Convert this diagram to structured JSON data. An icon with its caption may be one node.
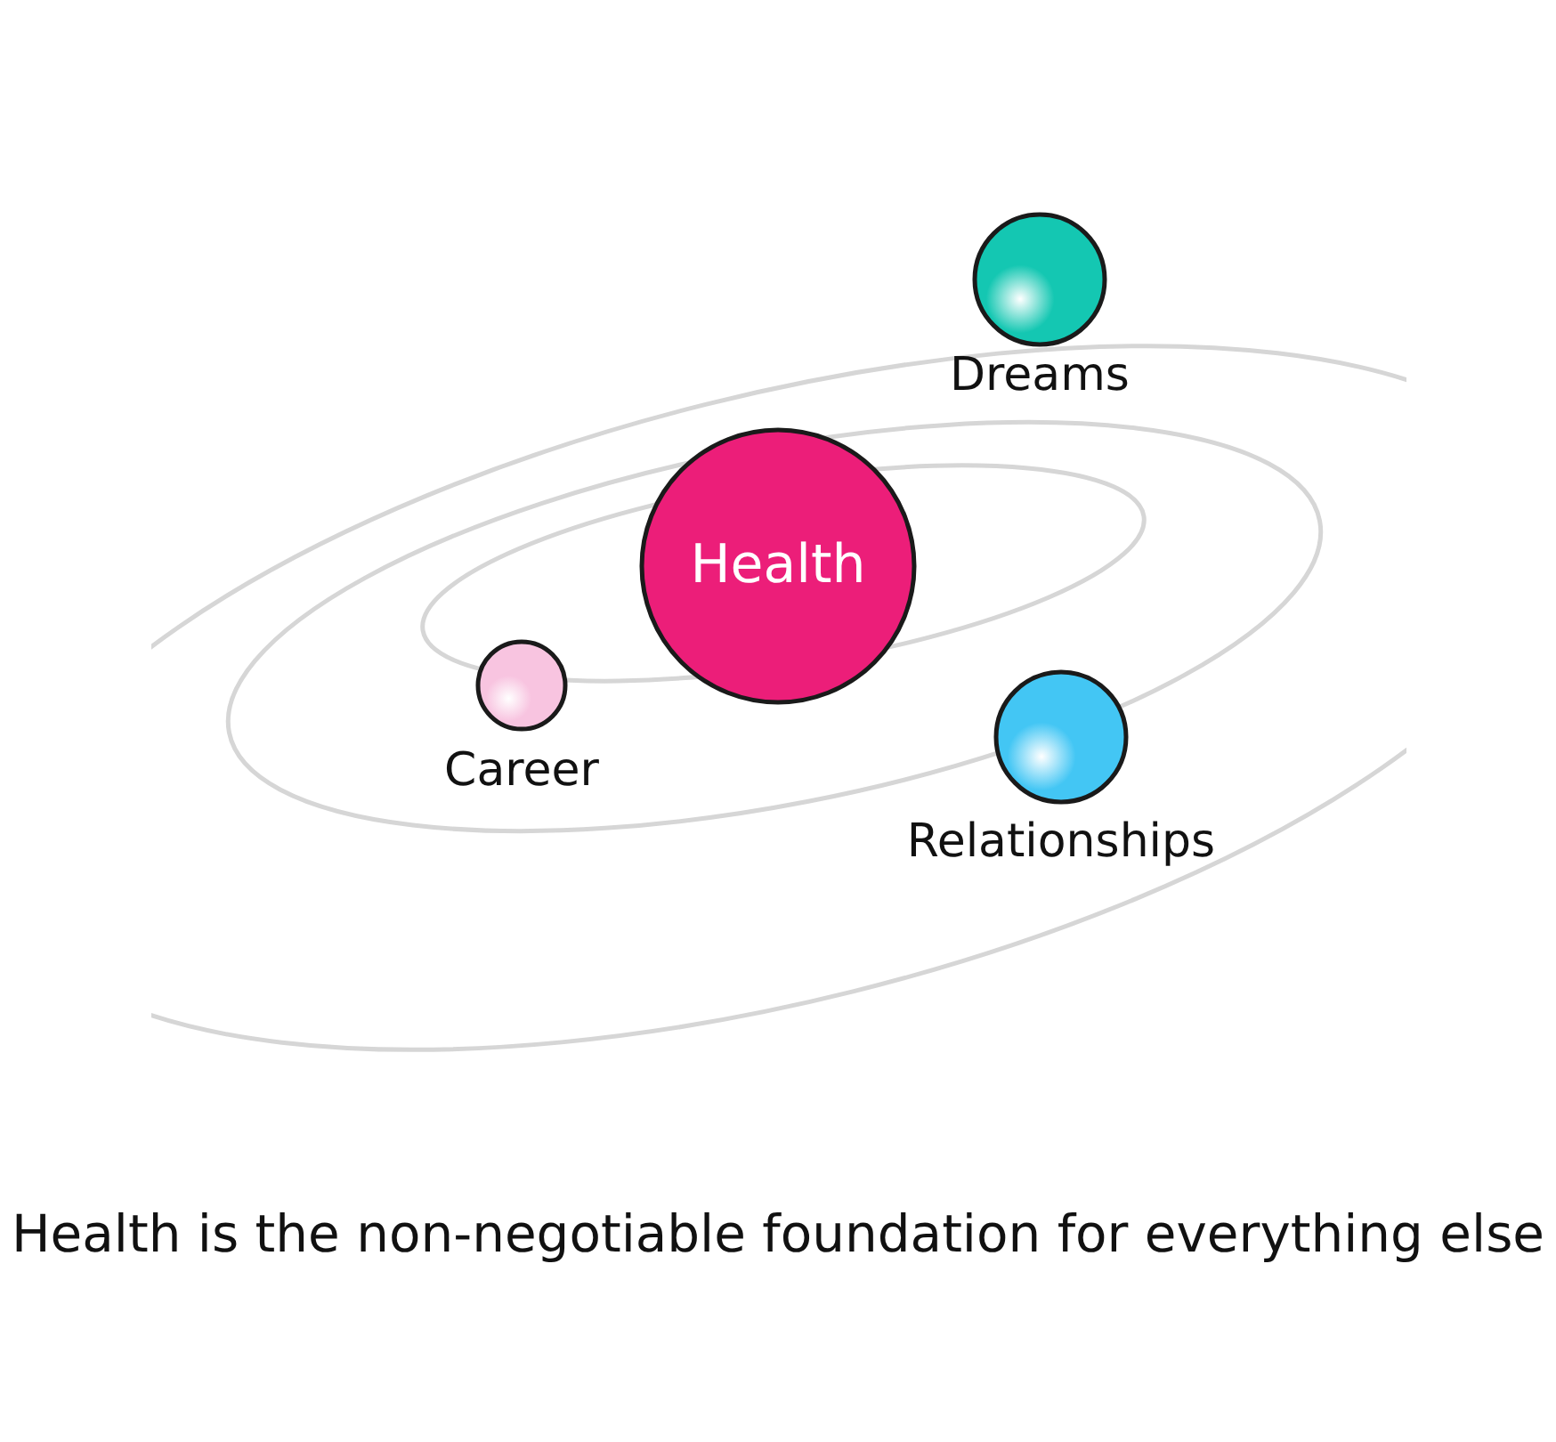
{
  "diagram": {
    "caption": "Health is the non-negotiable foundation for everything else",
    "nodes": [
      {
        "text": [
          "Dreams"
        ]
      },
      {
        "text": [
          "Health"
        ]
      },
      {
        "text": [
          "Career"
        ]
      },
      {
        "text": [
          "Relationships"
        ]
      }
    ],
    "edges": []
  }
}
